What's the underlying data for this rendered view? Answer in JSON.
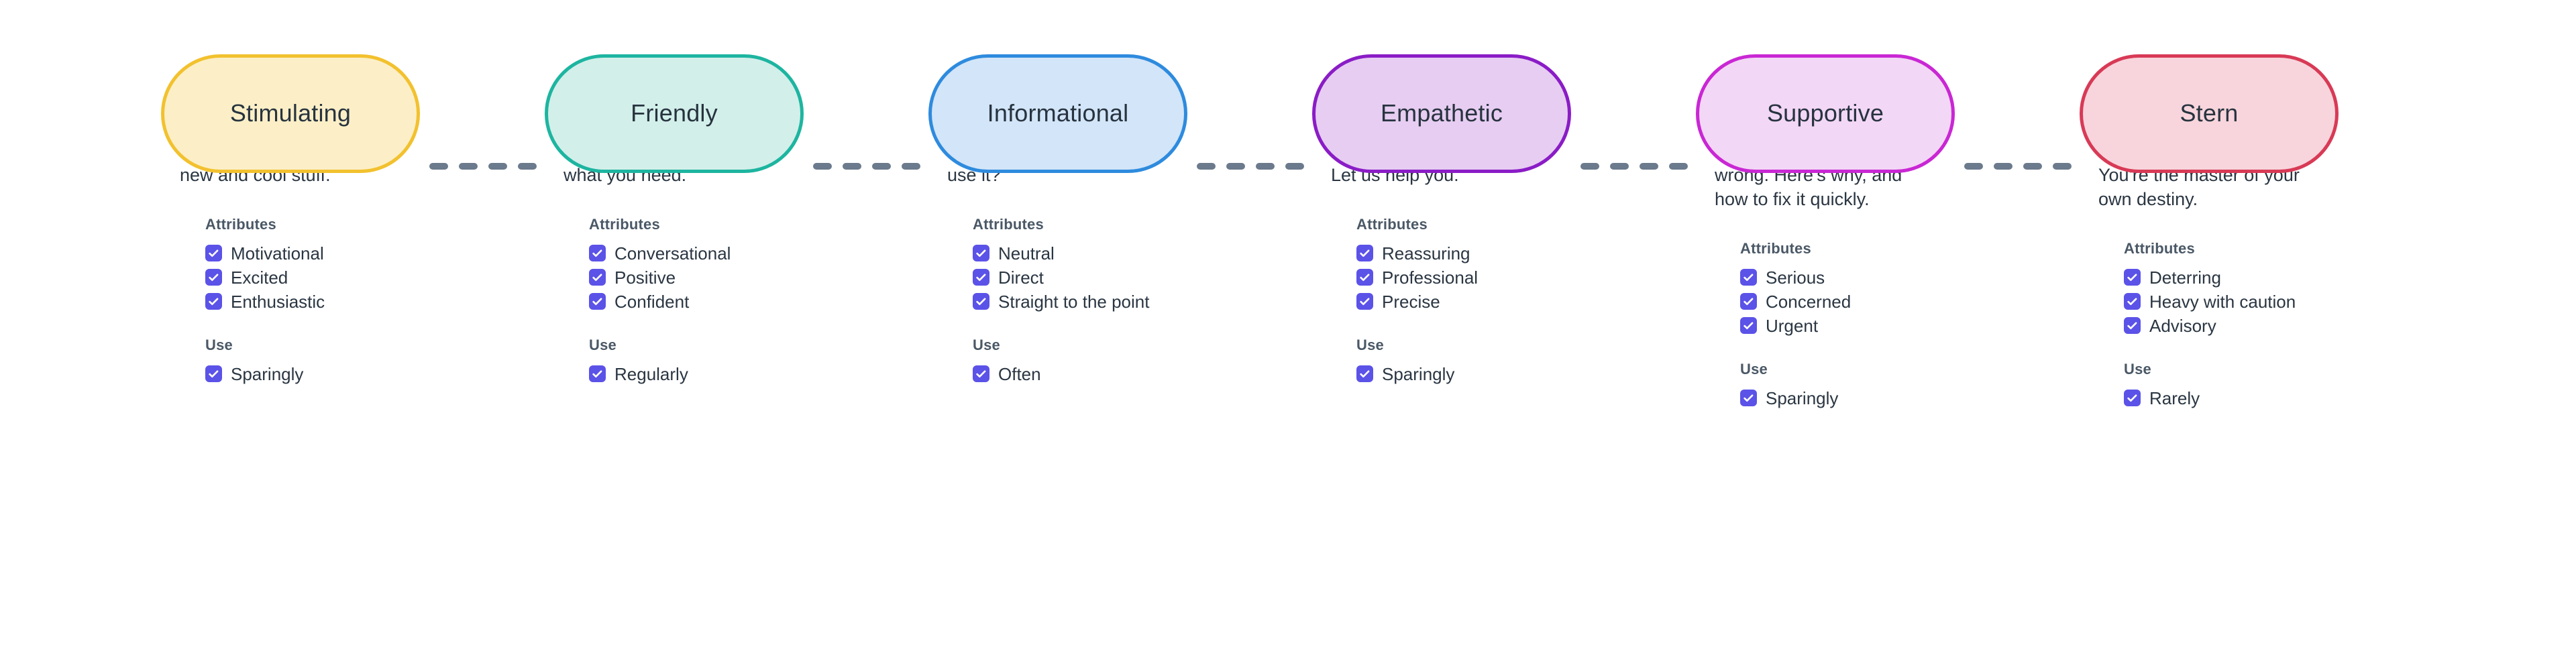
{
  "canvas": {
    "background": "#FFFFFF",
    "text_color": "#2A3642",
    "heading_color": "#4A5866",
    "checkbox_color": "#5B52E8",
    "connector_color": "#6B7A8C"
  },
  "group_titles": {
    "attributes": "Attributes",
    "use": "Use"
  },
  "connector": {
    "icon": "dashed-line-icon",
    "dash_count": 4
  },
  "tones": [
    {
      "label": "Stimulating",
      "border_color": "#F2C12E",
      "fill_color": "#FCEFC7",
      "description": "We're proud to show\nnew and cool stuff.",
      "attributes": [
        "Motivational",
        "Excited",
        "Enthusiastic"
      ],
      "use": [
        "Sparingly"
      ]
    },
    {
      "label": "Friendly",
      "border_color": "#1DB5A0",
      "fill_color": "#D3EFEA",
      "description": "We'll help you find\nwhat you need.",
      "attributes": [
        "Conversational",
        "Positive",
        "Confident"
      ],
      "use": [
        "Regularly"
      ]
    },
    {
      "label": "Informational",
      "border_color": "#2E8BDE",
      "fill_color": "#D3E5F8",
      "description": "What is this? How to\nuse it?",
      "attributes": [
        "Neutral",
        "Direct",
        "Straight to the point"
      ],
      "use": [
        "Often"
      ]
    },
    {
      "label": "Empathetic",
      "border_color": "#8A1CC6",
      "fill_color": "#E7CDF2",
      "description": "Something could be wrong.\nLet us help you.",
      "attributes": [
        "Reassuring",
        "Professional",
        "Precise"
      ],
      "use": [
        "Sparingly"
      ]
    },
    {
      "label": "Supportive",
      "border_color": "#C927D4",
      "fill_color": "#F3D7F6",
      "description": "Something's definitely\nwrong. Here's why, and\nhow to fix it quickly.",
      "attributes": [
        "Serious",
        "Concerned",
        "Urgent"
      ],
      "use": [
        "Sparingly"
      ]
    },
    {
      "label": "Stern",
      "border_color": "#D83A56",
      "fill_color": "#F8D5DC",
      "description": "We don't advise this action.\nYou're the master of your\nown destiny.",
      "attributes": [
        "Deterring",
        "Heavy with caution",
        "Advisory"
      ],
      "use": [
        "Rarely"
      ]
    }
  ]
}
